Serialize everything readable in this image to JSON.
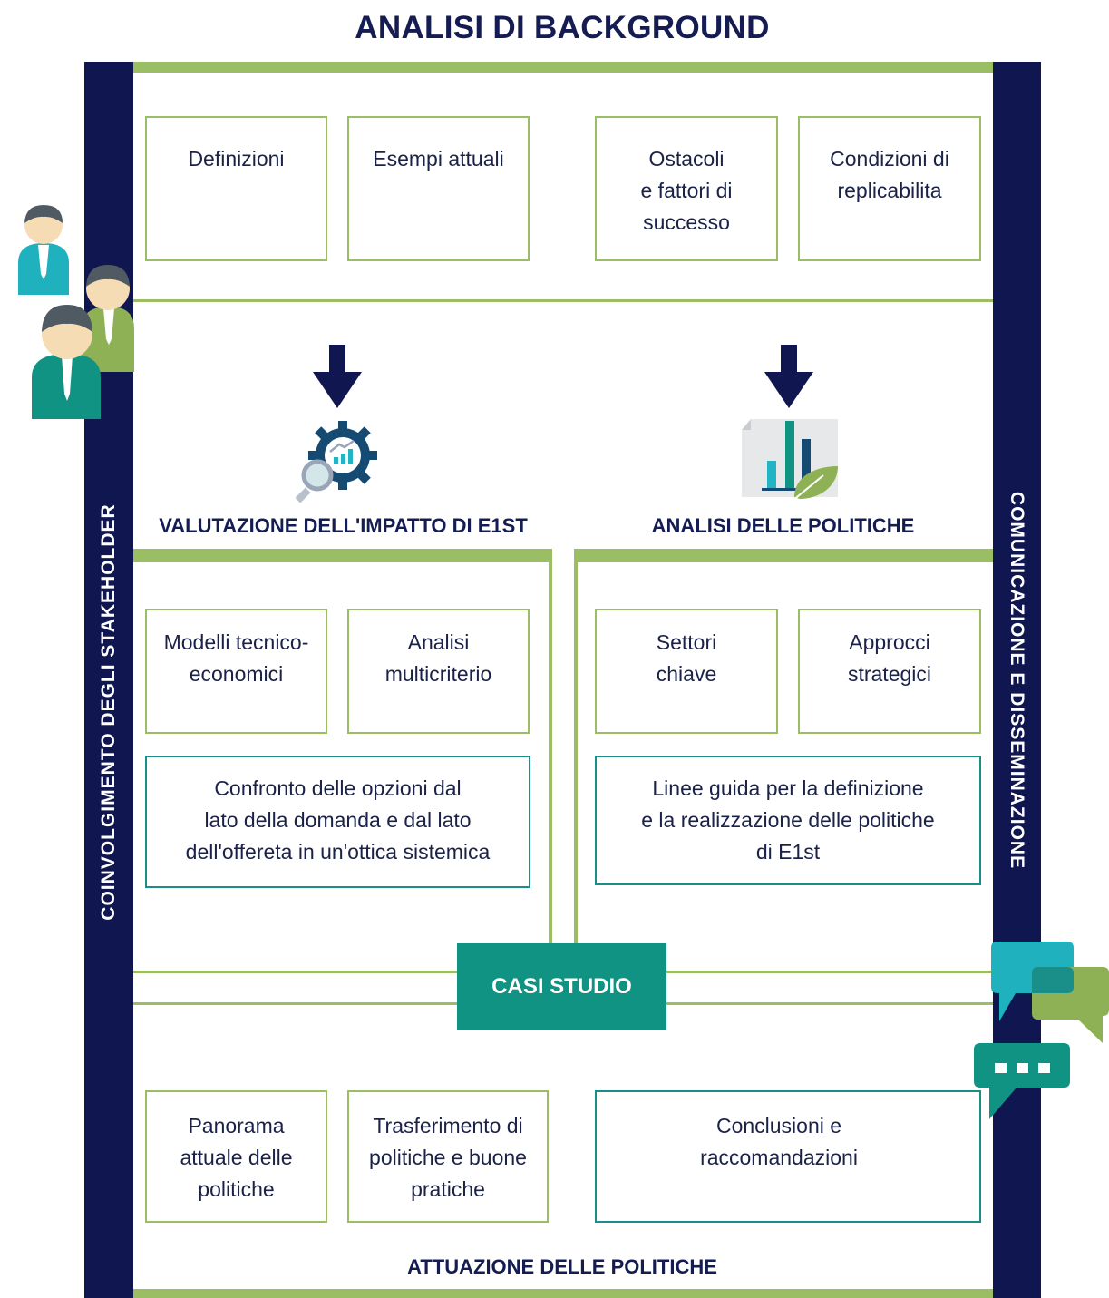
{
  "title": "ANALISI DI BACKGROUND",
  "left_bar_label": "COINVOLGIMENTO DEGLI STAKEHOLDER",
  "right_bar_label": "COMUNICAZIONE E DISSEMINAZIONE",
  "background_boxes": [
    "Definizioni",
    "Esempi attuali",
    "Ostacoli\ne fattori di\nsuccesso",
    "Condizioni di\nreplicabilita"
  ],
  "impact_section": {
    "title": "VALUTAZIONE DELL'IMPATTO DI E1ST",
    "boxes": [
      "Modelli tecnico-\neconomici",
      "Analisi\nmulticriterio"
    ],
    "wide_box": "Confronto delle opzioni dal\nlato della domanda e dal lato\ndell'offereta in un'ottica sistemica"
  },
  "policy_section": {
    "title": "ANALISI DELLE POLITICHE",
    "boxes": [
      "Settori\nchiave",
      "Approcci\nstrategici"
    ],
    "wide_box": "Linee guida per la definizione\ne la realizzazione delle politiche\ndi E1st"
  },
  "casi_studio": "CASI STUDIO",
  "implementation_boxes": [
    "Panorama\nattuale delle\npolitiche",
    "Trasferimento di\npolitiche e buone\npratiche",
    "Conclusioni e\nraccomandazioni"
  ],
  "bottom_title": "ATTUAZIONE DELLE POLITICHE",
  "icons": [
    "stakeholders-icon",
    "down-arrow-icon",
    "gear-analysis-icon",
    "policy-chart-icon",
    "chat-bubbles-icon"
  ],
  "colors": {
    "navy": "#0f1650",
    "green": "#9bbd63",
    "teal": "#119384"
  }
}
